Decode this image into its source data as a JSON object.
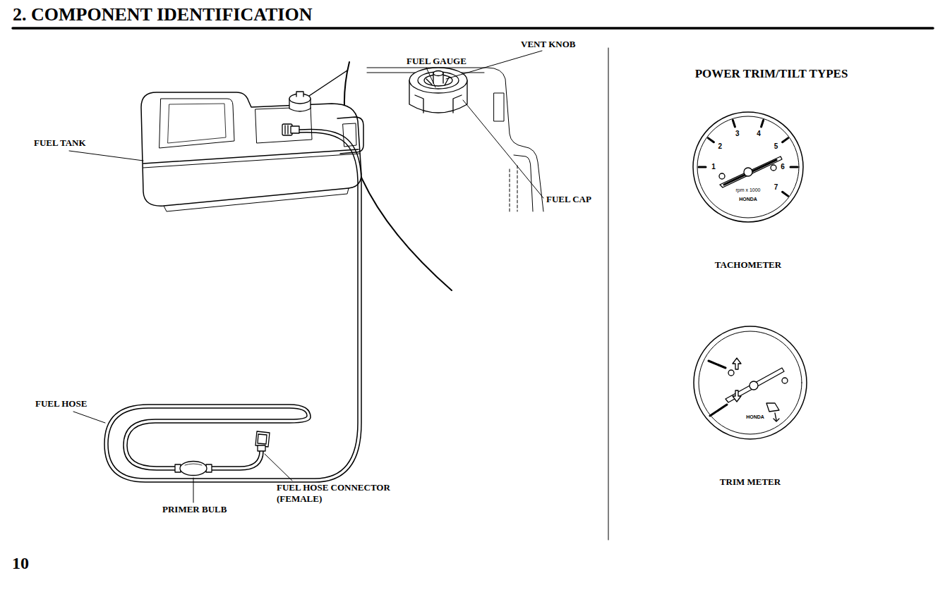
{
  "diagram": {
    "title": "2. COMPONENT IDENTIFICATION",
    "labels": [
      "VENT KNOB",
      "FUEL GAUGE",
      "FUEL TANK",
      "FUEL CAP",
      "FUEL HOSE",
      "FUEL HOSE CONNECTOR (FEMALE)",
      "PRIMER BULB",
      "POWER TRIM/TILT TYPES",
      "1",
      "2",
      "3",
      "4",
      "5",
      "6",
      "7",
      "rpm x 1000",
      "HONDA",
      "TACHOMETER",
      "HONDA",
      "TRIM METER",
      "10"
    ]
  }
}
